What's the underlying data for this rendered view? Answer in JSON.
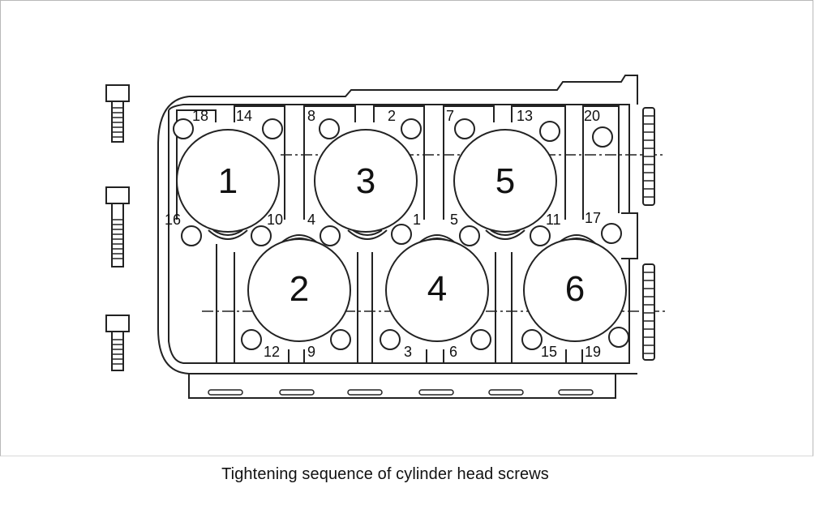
{
  "caption": "Tightening sequence of cylinder head screws",
  "cylinders": [
    "1",
    "2",
    "3",
    "4",
    "5",
    "6"
  ],
  "bolts": [
    "1",
    "2",
    "3",
    "4",
    "5",
    "6",
    "7",
    "8",
    "9",
    "10",
    "11",
    "12",
    "13",
    "14",
    "15",
    "16",
    "17",
    "18",
    "19",
    "20"
  ]
}
